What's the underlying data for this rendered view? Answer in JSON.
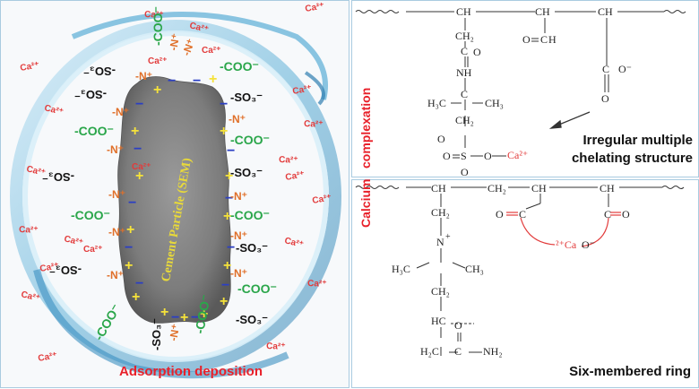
{
  "left_panel": {
    "particle_label": "Cement Particle (SEM)",
    "caption": "Adsorption deposition",
    "calcium_ion": "Ca²⁺",
    "groups": {
      "carboxylate": "-COO⁻",
      "sulfonate": "-SO₃⁻",
      "ammonium": "-N⁺",
      "positive": "+",
      "negative": "−"
    }
  },
  "side_label": {
    "word1": "Calcium",
    "word2": "complexation"
  },
  "top_structure": {
    "caption_line1": "Irregular multiple",
    "caption_line2": "chelating structure",
    "atoms": {
      "ch": "CH",
      "ch2": "CH₂",
      "h3c": "H₃C",
      "ch3": "CH₃",
      "nh": "NH",
      "o": "O",
      "c": "C",
      "s": "S",
      "ominus": "O⁻",
      "ca": "Ca²⁺",
      "c_eq_o": "C",
      "h": "H"
    }
  },
  "bottom_structure": {
    "caption": "Six-membered ring",
    "atoms": {
      "ch": "CH",
      "ch2": "CH₂",
      "n": "N",
      "h3c": "H₃C",
      "ch3": "CH₃",
      "hc": "HC",
      "h2c": "H₂C",
      "c": "C",
      "o": "O",
      "nh2": "NH₂",
      "ominus": "O⁻",
      "ca": "²⁺Ca",
      "plus": "+"
    }
  },
  "colors": {
    "carboxylate": "#2aa64a",
    "ammonium": "#e0702a",
    "calcium": "#e23b3b",
    "positive": "#f5e23a",
    "negative": "#2b3fc4",
    "caption_red": "#e8202a",
    "panel_border": "#a9cbe0",
    "water": "#5aaed6",
    "particle": "#8a8a8a"
  }
}
